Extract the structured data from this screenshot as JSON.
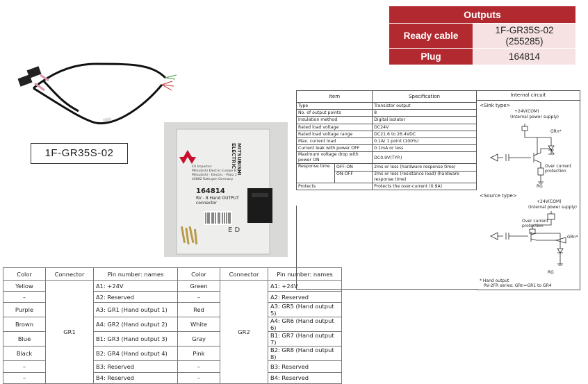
{
  "outputs": {
    "header": "Outputs",
    "rows": [
      {
        "key": "Ready cable",
        "value_line1": "1F-GR35S-02",
        "value_line2": "(255285)"
      },
      {
        "key": "Plug",
        "value_line1": "164814",
        "value_line2": ""
      }
    ]
  },
  "cable_label": "1F-GR35S-02",
  "plug_package": {
    "brand_line1": "MITSUBISHI",
    "brand_line2": "ELECTRIC",
    "importer": [
      "EU Importer:",
      "Mitsubishi Electric Europe B.V.",
      "Mitsubishi - Electric - Platz 1",
      "40882 Ratingen    Germany"
    ],
    "code": "164814",
    "desc_line1": "RV - 8 Hand OUTPUT",
    "desc_line2": "connector",
    "stamp": "E D"
  },
  "spec": {
    "headers": {
      "item": "Item",
      "spec": "Specification",
      "circuit": "Internal circuit"
    },
    "rows": [
      {
        "item": "Type",
        "spec": "Transistor output"
      },
      {
        "item": "No. of output points",
        "spec": "8"
      },
      {
        "item": "Insulation method",
        "spec": "Digital isolator"
      },
      {
        "item": "Rated load voltage",
        "spec": "DC24V"
      },
      {
        "item": "Rated load voltage range",
        "spec": "DC21.6 to 26.4VDC"
      },
      {
        "item": "Max. current load",
        "spec": "0.1A/ 1 point (100%)"
      },
      {
        "item": "Current leak with power OFF",
        "spec": "0.1mA or less"
      },
      {
        "item": "Maximum voltage drop with power ON",
        "spec": "DC0.9V(TYP.)"
      }
    ],
    "response": {
      "item": "Response time",
      "off_on_label": "OFF-ON",
      "off_on_spec": "2ms or less (hardware response time)",
      "on_off_label": "ON-OFF",
      "on_off_spec": "2ms or less (resistance load) (hardware response time)"
    },
    "protects": {
      "item": "Protects",
      "spec": "Protects the over-current (0.9A)"
    }
  },
  "circuit": {
    "sink_title": "<Sink type>",
    "sink_com": "+24V(COM)",
    "sink_supply": "(Internal power supply)",
    "sink_grn": "GRn*",
    "sink_protect1": "Over current",
    "sink_protect2": "protection",
    "sink_rg": "RG",
    "source_title": "<Source type>",
    "source_com": "+24V(COM)",
    "source_supply": "(Internal power supply)",
    "source_protect1": "Over current",
    "source_protect2": "protection",
    "source_grn": "GRn*",
    "source_rg": "RG",
    "note1": "* Hand output",
    "note2": "RV-2FR series: GRn=GR1 to GR4"
  },
  "pins": {
    "headers": [
      "Color",
      "Connector",
      "Pin number: names",
      "Color",
      "Connector",
      "Pin number: names"
    ],
    "gr1_connector": "GR1",
    "gr2_connector": "GR2",
    "rows": [
      {
        "c1": "Yellow",
        "p1": "A1: +24V",
        "c2": "Green",
        "p2": "A1: +24V"
      },
      {
        "c1": "–",
        "p1": "A2: Reserved",
        "c2": "–",
        "p2": "A2: Reserved"
      },
      {
        "c1": "Purple",
        "p1": "A3: GR1 (Hand output 1)",
        "c2": "Red",
        "p2": "A3: GR5 (Hand output 5)"
      },
      {
        "c1": "Brown",
        "p1": "A4: GR2 (Hand output 2)",
        "c2": "White",
        "p2": "A4: GR6 (Hand output 6)"
      },
      {
        "c1": "Blue",
        "p1": "B1: GR3 (Hand output 3)",
        "c2": "Gray",
        "p2": "B1: GR7 (Hand output 7)"
      },
      {
        "c1": "Black",
        "p1": "B2: GR4 (Hand output 4)",
        "c2": "Pink",
        "p2": "B2: GR8 (Hand output 8)"
      },
      {
        "c1": "–",
        "p1": "B3: Reserved",
        "c2": "–",
        "p2": "B3: Reserved"
      },
      {
        "c1": "–",
        "p1": "B4: Reserved",
        "c2": "–",
        "p2": "B4: Reserved"
      }
    ]
  },
  "colors": {
    "accent": "#b22a30",
    "accent_light": "#f6e2e3"
  }
}
